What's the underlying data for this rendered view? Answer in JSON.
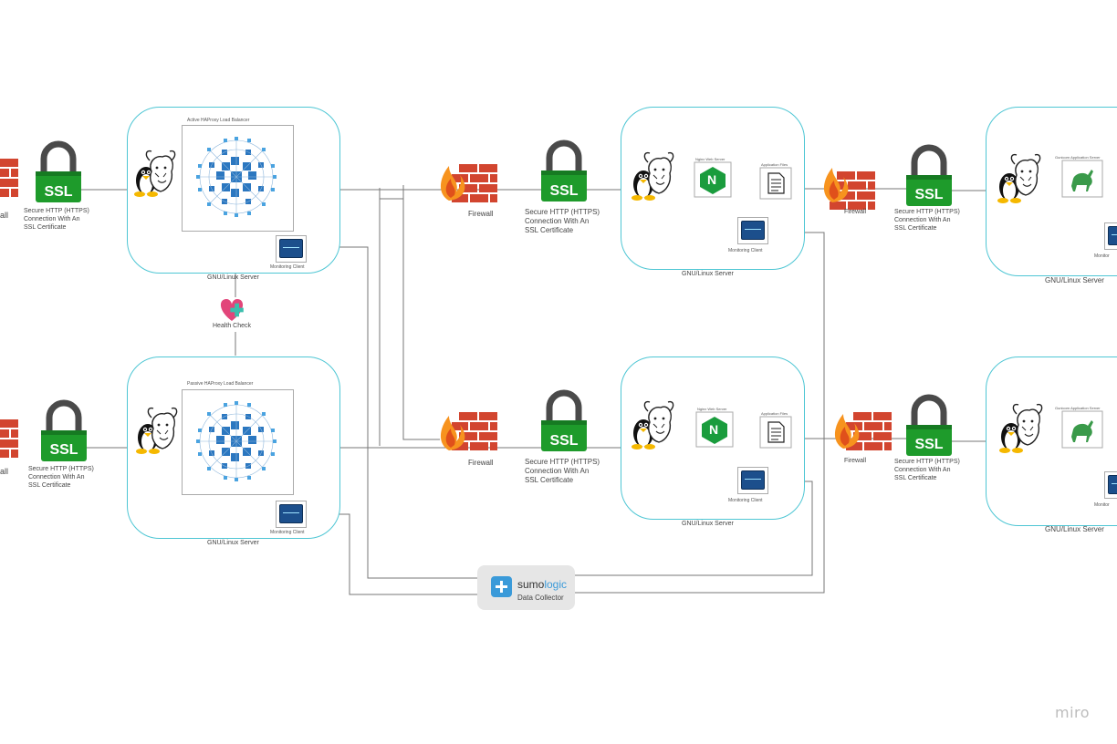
{
  "labels": {
    "firewall": "Firewall",
    "firewall_partial": "all",
    "ssl": "SSL",
    "https_line1": "Secure HTTP (HTTPS)",
    "https_line2": "Connection With An",
    "https_line3": "SSL Certificate",
    "server": "GNU/Linux Server",
    "monitoring_client": "Monitoring Client",
    "monitoring_partial": "Monitor",
    "active_lb": "Active HAProxy Load Balancer",
    "passive_lb": "Passive HAProxy Load Balancer",
    "health_check": "Health Check",
    "nginx": "Nginx Web Server",
    "nginx_letter": "N",
    "app_files": "Application Files",
    "gunicorn": "Gunicorn Application Server",
    "collector_brand_a": "sumo",
    "collector_brand_b": "logic",
    "collector_plus": "+",
    "data_collector": "Data Collector",
    "watermark": "miro"
  },
  "colors": {
    "server_border": "#4ec6d4",
    "ssl_green": "#1e9b2b",
    "lock_shackle": "#4a4a4a",
    "brick": "#d2452f",
    "flame": "#f7931e",
    "nginx_green": "#1a9c3d",
    "lb_blue": "#2b77c0",
    "heart_pink": "#e2457a",
    "heart_teal": "#3bbfad",
    "sumo_blue": "#3a9ad9",
    "connector": "#777777"
  },
  "icons": [
    "firewall-icon",
    "ssl-lock-icon",
    "tux-icon",
    "gnu-icon",
    "haproxy-icon",
    "health-heart-icon",
    "nginx-icon",
    "document-icon",
    "gunicorn-icon",
    "monitor-icon",
    "sumologic-icon"
  ]
}
